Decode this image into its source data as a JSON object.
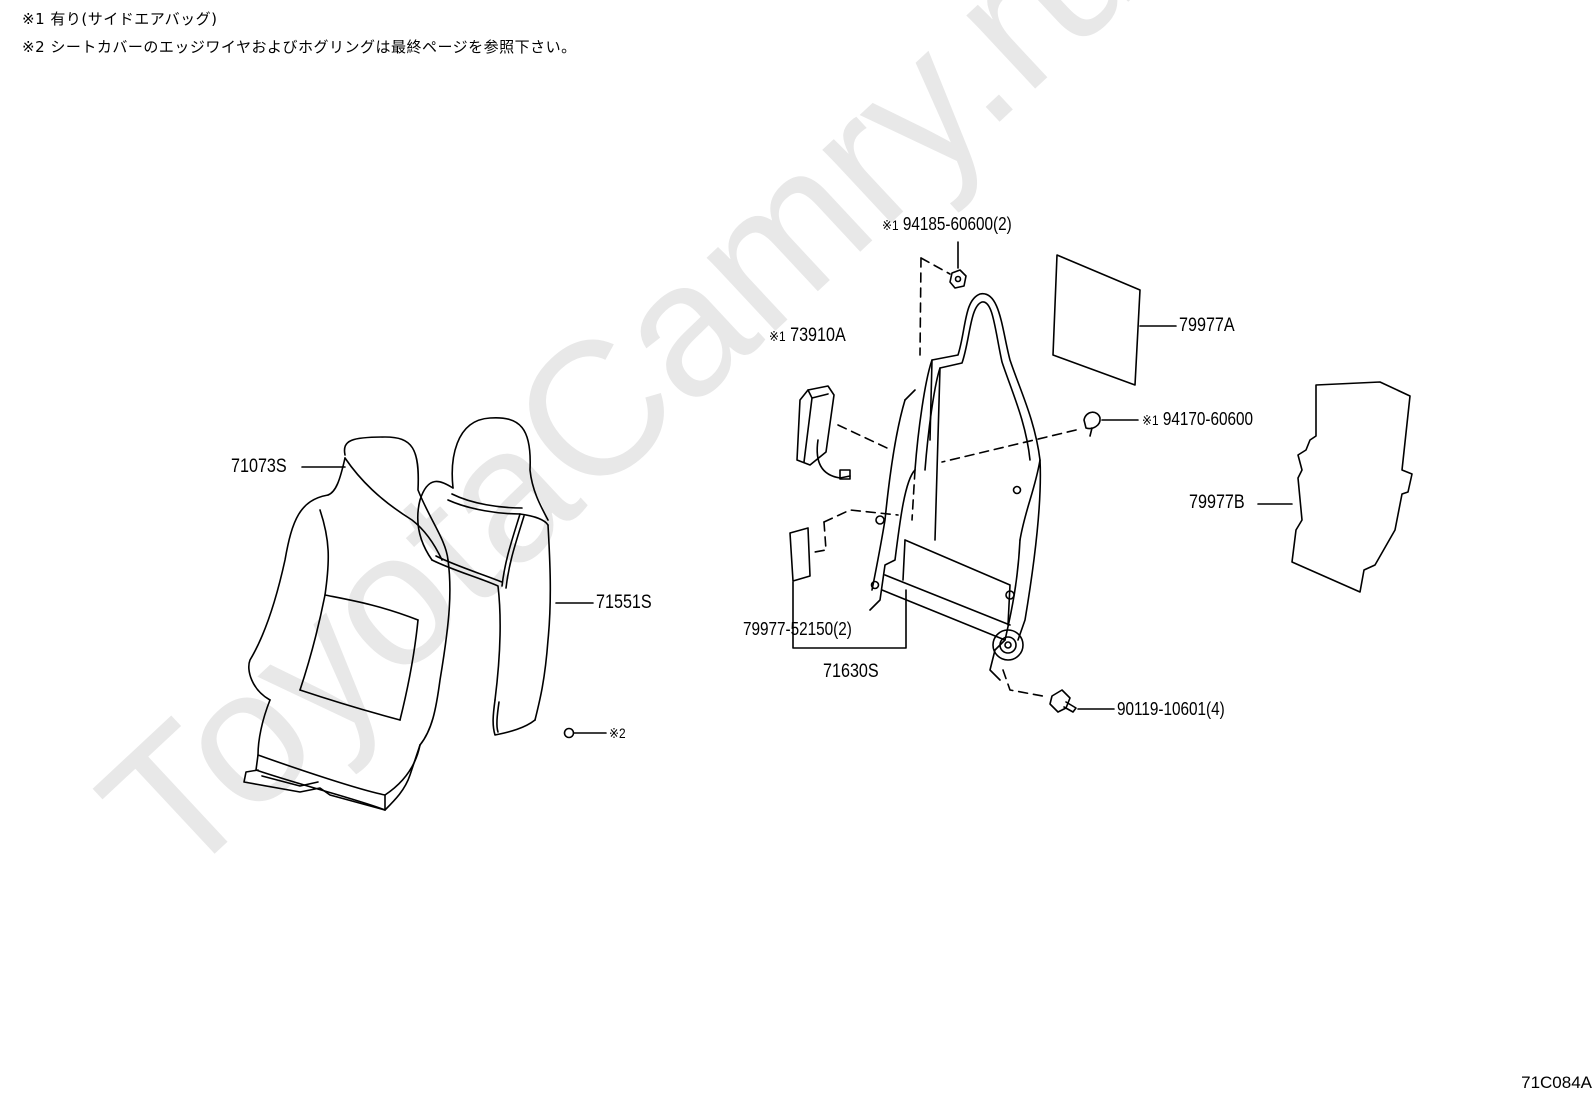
{
  "notes": [
    {
      "mark": "※1",
      "text": "有り(サイドエアバッグ)"
    },
    {
      "mark": "※2",
      "text": "シートカバーのエッジワイヤおよびホグリングは最終ページを参照下さい。"
    }
  ],
  "parts": {
    "seat_assy": "71073S",
    "seat_cover": "71551S",
    "hog_ring_ref": "※2",
    "airbag_mark": "※1",
    "airbag": "73910A",
    "nut_top_mark": "※1",
    "nut_top": "94185-60600(2)",
    "pad_a": "79977A",
    "nut_side_mark": "※1",
    "nut_side": "94170-60600",
    "pad_b": "79977B",
    "pad_small": "79977-52150(2)",
    "frame": "71630S",
    "bolt": "90119-10601(4)"
  },
  "watermark": "ToyotaCamry.ru",
  "figure_number": "71C084A"
}
